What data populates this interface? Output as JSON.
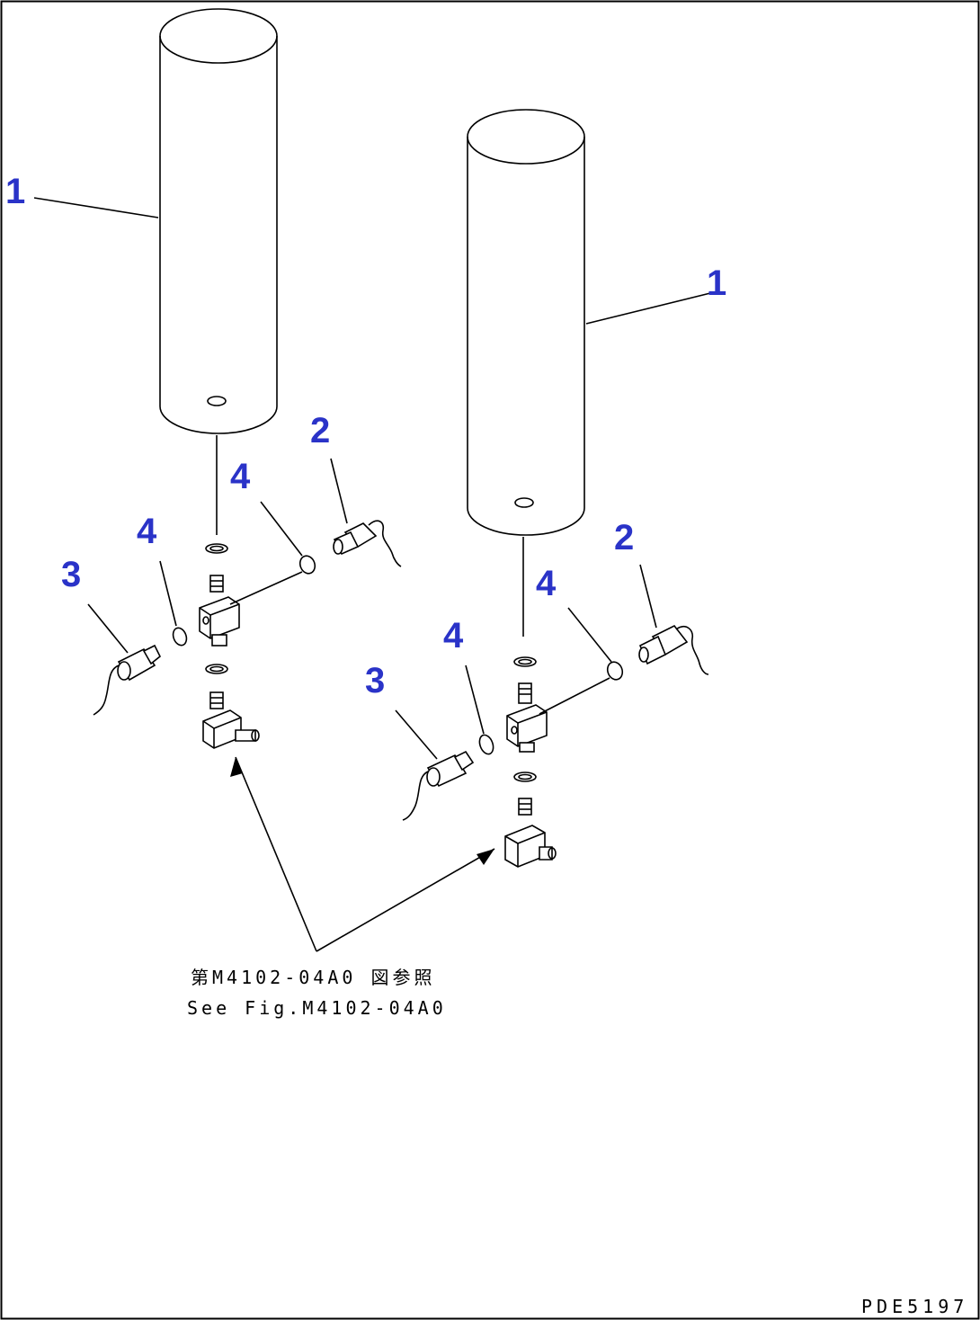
{
  "labels": {
    "left_cylinder": "1",
    "right_cylinder": "1",
    "left_sensor_2": "2",
    "right_sensor_2": "2",
    "left_sensor_3": "3",
    "right_sensor_3": "3",
    "left_oring_upper": "4",
    "left_oring_lower": "4",
    "right_oring_upper": "4",
    "right_oring_lower": "4"
  },
  "reference": {
    "japanese": "第M4102-04A0 図参照",
    "english": "See Fig.M4102-04A0"
  },
  "drawing_id": "PDE5197",
  "colors": {
    "label": "#2a33c8",
    "line": "#000000",
    "background": "#ffffff"
  }
}
